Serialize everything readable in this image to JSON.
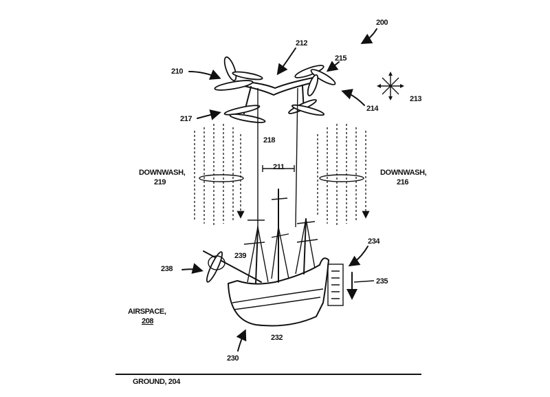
{
  "figure": {
    "ref_200": "200",
    "ref_210": "210",
    "ref_211": "211",
    "ref_212": "212",
    "ref_213": "213",
    "ref_214": "214",
    "ref_215": "215",
    "ref_217": "217",
    "ref_218": "218",
    "downwash_left": {
      "label": "DOWNWASH,",
      "ref": "219"
    },
    "downwash_right": {
      "label": "DOWNWASH,",
      "ref": "216"
    },
    "ref_230": "230",
    "ref_232": "232",
    "ref_234": "234",
    "ref_235": "235",
    "ref_238": "238",
    "ref_239": "239",
    "airspace": {
      "label": "AIRSPACE,",
      "ref": "208"
    },
    "ground": {
      "label": "GROUND, 204"
    }
  }
}
